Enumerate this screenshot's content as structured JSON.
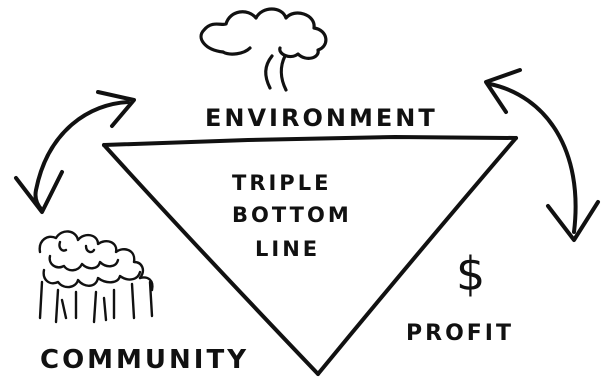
{
  "diagram": {
    "nodes": {
      "environment": {
        "label": "ENVIRONMENT"
      },
      "community": {
        "label": "COMMUNITY"
      },
      "profit": {
        "label": "PROFIT",
        "symbol": "$"
      }
    },
    "center": {
      "lines": [
        "TRIPLE",
        "BOTTOM",
        "LINE"
      ]
    }
  },
  "colors": {
    "ink": "#111111",
    "background": "#ffffff"
  },
  "icons": {
    "environment": "tree-icon",
    "community": "people-group-icon",
    "profit": "dollar-icon"
  }
}
